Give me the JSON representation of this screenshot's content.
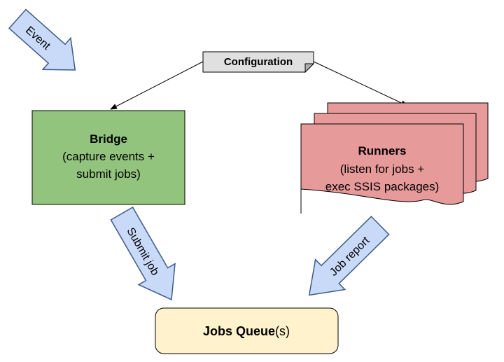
{
  "colors": {
    "bridge_fill": "#93c47d",
    "bridge_stroke": "#000000",
    "runners_fill": "#e69a99",
    "runners_stroke": "#000000",
    "queue_fill": "#fff2cc",
    "queue_stroke": "#000000",
    "config_fill": "#e0e0e0",
    "config_fold": "#b0b0b0",
    "block_arrow_fill": "#c9daf8",
    "block_arrow_stroke": "#3c5b8a",
    "connector": "#000000"
  },
  "configuration": {
    "label": "Configuration"
  },
  "bridge": {
    "title": "Bridge",
    "line1": "(capture events +",
    "line2": "submit jobs)"
  },
  "runners": {
    "title": "Runners",
    "line1": "(listen for jobs +",
    "line2": "exec SSIS packages)"
  },
  "queue": {
    "title": "Jobs Queue",
    "suffix": "(s)"
  },
  "arrows": {
    "event": "Event",
    "submit_job": "Submit job",
    "job_report": "Job report"
  }
}
